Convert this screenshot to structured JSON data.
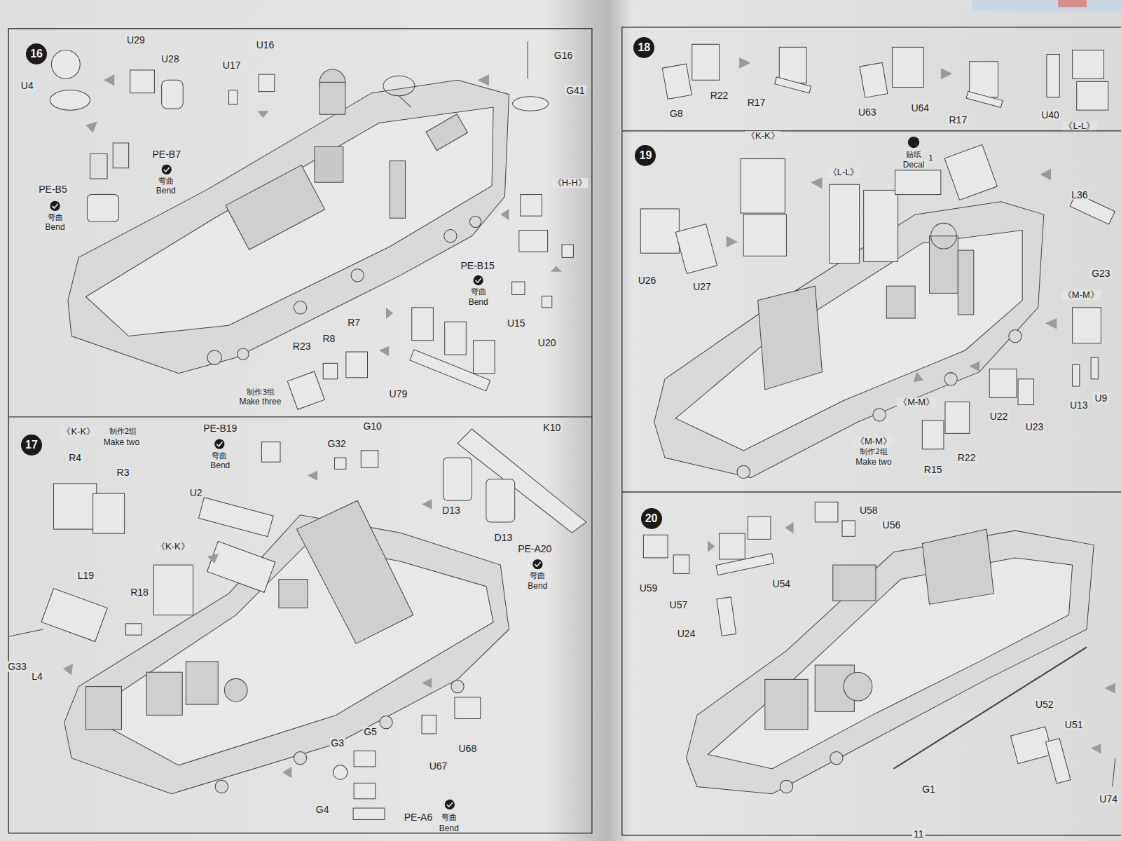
{
  "diagram": {
    "nodes": [
      {
        "text": [
          "16"
        ]
      },
      {
        "text": [
          "17"
        ]
      },
      {
        "text": [
          "18"
        ]
      },
      {
        "text": [
          "19"
        ]
      },
      {
        "text": [
          "20"
        ]
      }
    ],
    "labels": [
      "U29",
      "U16",
      "G16",
      "U28",
      "U4",
      "U17",
      "G41",
      "PE-B7",
      "弯曲",
      "Bend",
      "PE-B5",
      "弯曲",
      "Bend",
      "《H-H》",
      "PE-B15",
      "弯曲",
      "Bend",
      "U15",
      "U20",
      "R7",
      "R23",
      "R8",
      "U79",
      "制作3组",
      "Make three",
      "《K-K》",
      "制作2组",
      "Make two",
      "PE-B19",
      "弯曲",
      "Bend",
      "G10",
      "R4",
      "R3",
      "G32",
      "K10",
      "U2",
      "D13",
      "D13",
      "PE-A20",
      "弯曲",
      "Bend",
      "《K-K》",
      "L19",
      "R18",
      "G33",
      "L4",
      "G5",
      "G3",
      "U68",
      "U67",
      "G4",
      "PE-A6",
      "弯曲",
      "Bend",
      "G8",
      "R22",
      "R17",
      "U63",
      "U64",
      "R17",
      "U40",
      "《L-L》",
      "《K-K》",
      "贴纸",
      "1",
      "Decal",
      "《L-L》",
      "L36",
      "U26",
      "U27",
      "G23",
      "《M-M》",
      "U13",
      "U9",
      "U22",
      "U23",
      "《M-M》",
      "R15",
      "R22",
      "《M-M》",
      "制作2组",
      "Make two",
      "U58",
      "U56",
      "U59",
      "U57",
      "U54",
      "U24",
      "U52",
      "U51",
      "G1",
      "U74",
      "11"
    ]
  }
}
